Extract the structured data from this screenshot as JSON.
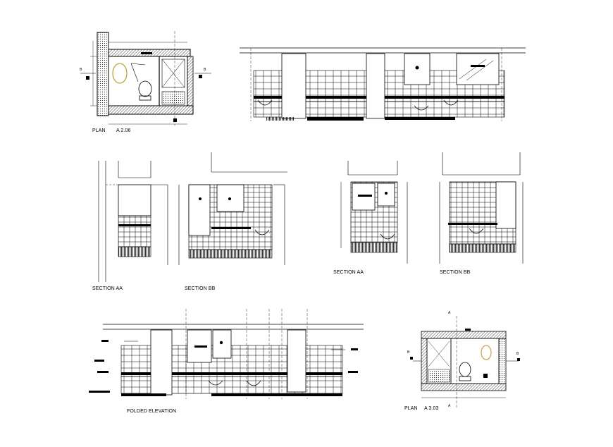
{
  "labels": {
    "plan_1": "PLAN",
    "plan_1_ref": "A 2.06",
    "section_aa_1": "SECTION AA",
    "section_bb_1": "SECTION BB",
    "section_aa_2": "SECTION AA",
    "section_bb_2": "SECTION BB",
    "folded_elevation": "FOLDED ELEVATION",
    "plan_2": "PLAN",
    "plan_2_ref": "A 3.03"
  },
  "markers": {
    "a": "A",
    "b": "B"
  },
  "colors": {
    "line": "#000000",
    "accent": "#c8a040",
    "hatch": "#555555"
  }
}
